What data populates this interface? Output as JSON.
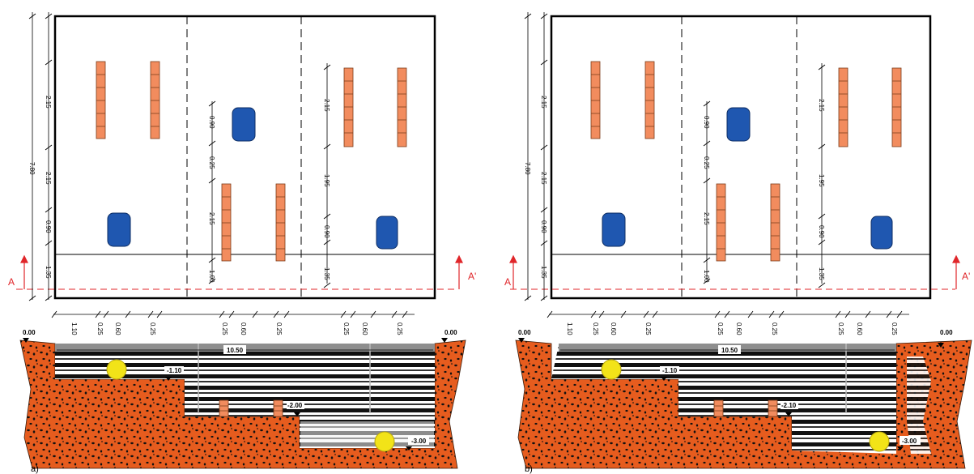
{
  "panels": [
    {
      "caption": "a)",
      "overall_height": "7.80",
      "left_dims": [
        "2.15",
        "2.15",
        "0.90",
        "1.35"
      ],
      "mid_dims": [
        "0.90",
        "0.25",
        "2.15",
        "1.00"
      ],
      "right_dims": [
        "2.15",
        "1.95",
        "0.90",
        "1.35"
      ],
      "bottom_dims": [
        "1.10",
        "0.25",
        "0.60",
        "0.25",
        "0.25",
        "0.60",
        "0.25",
        "0.25",
        "0.60",
        "0.25"
      ],
      "section_left": "A",
      "section_right": "A'",
      "total_width": "10.50",
      "levels": [
        "0.00",
        "0.00",
        "-1.10",
        "-2.00",
        "-3.00"
      ]
    },
    {
      "caption": "b)",
      "overall_height": "7.80",
      "left_dims": [
        "2.15",
        "2.15",
        "0.90",
        "1.35"
      ],
      "mid_dims": [
        "0.90",
        "0.25",
        "2.15",
        "1.00"
      ],
      "right_dims": [
        "2.15",
        "1.95",
        "0.90",
        "1.35"
      ],
      "bottom_dims": [
        "1.10",
        "0.25",
        "0.60",
        "0.25",
        "0.25",
        "0.60",
        "0.25",
        "0.25",
        "0.60",
        "0.25"
      ],
      "section_left": "A",
      "section_right": "A'",
      "total_width": "10.50",
      "levels": [
        "0.00",
        "0.00",
        "-1.10",
        "-2.10",
        "-3.00"
      ]
    }
  ],
  "colors": {
    "brick": "#f28c5e",
    "tank": "#1f57b0",
    "soil": "#e65c1e",
    "marker": "#f2e318",
    "section": "#e0262a"
  }
}
